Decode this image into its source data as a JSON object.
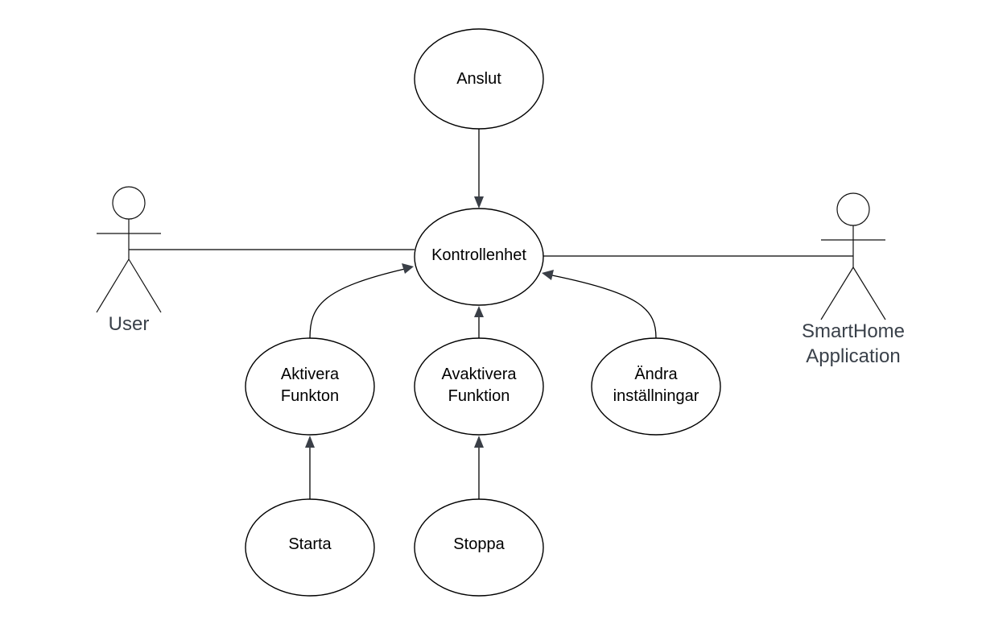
{
  "use_cases": {
    "anslut": "Anslut",
    "kontrollenhet": "Kontrollenhet",
    "aktivera_line1": "Aktivera",
    "aktivera_line2": "Funkton",
    "avaktivera_line1": "Avaktivera",
    "avaktivera_line2": "Funktion",
    "andra_line1": "Ändra",
    "andra_line2": "inställningar",
    "starta": "Starta",
    "stoppa": "Stoppa"
  },
  "actors": {
    "user": "User",
    "smarthome_line1": "SmartHome",
    "smarthome_line2": "Application"
  },
  "colors": {
    "line": "#000000",
    "arrowhead": "#3a3f47",
    "actor_label": "#3a414a"
  }
}
